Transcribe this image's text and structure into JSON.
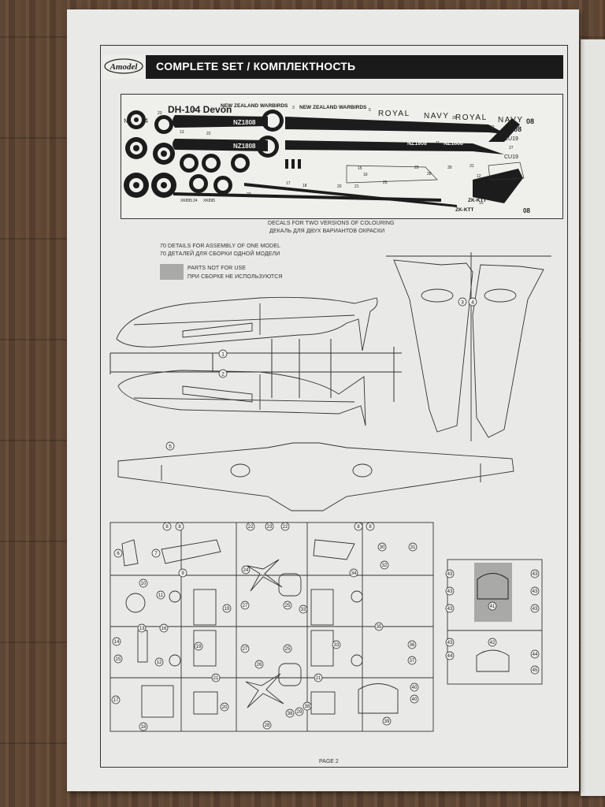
{
  "header": {
    "brand": "Amodel",
    "title": "COMPLETE SET / КОМПЛЕКТНОСТЬ"
  },
  "decals": {
    "model": "DH-104 Devon",
    "number": "№72334",
    "markings": [
      "NEW ZEALAND",
      "WARBIRDS",
      "NEW ZEALAND",
      "WARBIRDS",
      "ROYAL",
      "NAVY",
      "ROYAL",
      "NAVY"
    ],
    "serials": [
      "NZ1808",
      "NZ1808",
      "NZ1808",
      "NZ1808"
    ],
    "regs": [
      "ZK-KTT",
      "ZK-KTT"
    ],
    "codes": [
      "CU19",
      "CU19",
      "08",
      "08",
      "08"
    ],
    "numbers": [
      "25",
      "23",
      "13",
      "22",
      "24",
      "33",
      "32",
      "27",
      "34",
      "10",
      "14",
      "29",
      "15",
      "18",
      "17",
      "20",
      "21",
      "16",
      "30",
      "31",
      "26",
      "11",
      "12",
      "28",
      "3",
      "5",
      "1"
    ],
    "xx_labels": [
      "XK895",
      "XK895"
    ]
  },
  "notes": {
    "decal_caption_en": "DECALS FOR TWO VERSIONS OF COLOURING",
    "decal_caption_ru": "ДЕКАЛЬ ДЛЯ ДВУХ ВАРИАНТОВ ОКРАСКИ",
    "details_en": "70 DETAILS FOR ASSEMBLY OF ONE MODEL",
    "details_ru": "70 ДЕТАЛЕЙ ДЛЯ СБОРКИ ОДНОЙ МОДЕЛИ",
    "unused_en": "PARTS NOT FOR USE",
    "unused_ru": "ПРИ СБОРКЕ НЕ ИСПОЛЬЗУЮТСЯ"
  },
  "parts": {
    "large_labels": [
      "1",
      "2",
      "3",
      "4",
      "5"
    ],
    "sprue_labels": [
      "6",
      "7",
      "8",
      "8",
      "8",
      "8",
      "9",
      "10",
      "11",
      "12",
      "13",
      "14",
      "15",
      "16",
      "17",
      "18",
      "19",
      "19",
      "20",
      "21",
      "21",
      "22",
      "22",
      "23",
      "24",
      "25",
      "25",
      "26",
      "27",
      "27",
      "28",
      "29",
      "30",
      "31",
      "32",
      "33",
      "33",
      "34",
      "35",
      "36",
      "37",
      "38",
      "38",
      "39",
      "40",
      "40"
    ],
    "canopy_labels": [
      "41",
      "42",
      "43",
      "43",
      "43",
      "43",
      "43",
      "43",
      "43",
      "44",
      "44",
      "45"
    ]
  },
  "footer": {
    "page": "PAGE 2"
  }
}
